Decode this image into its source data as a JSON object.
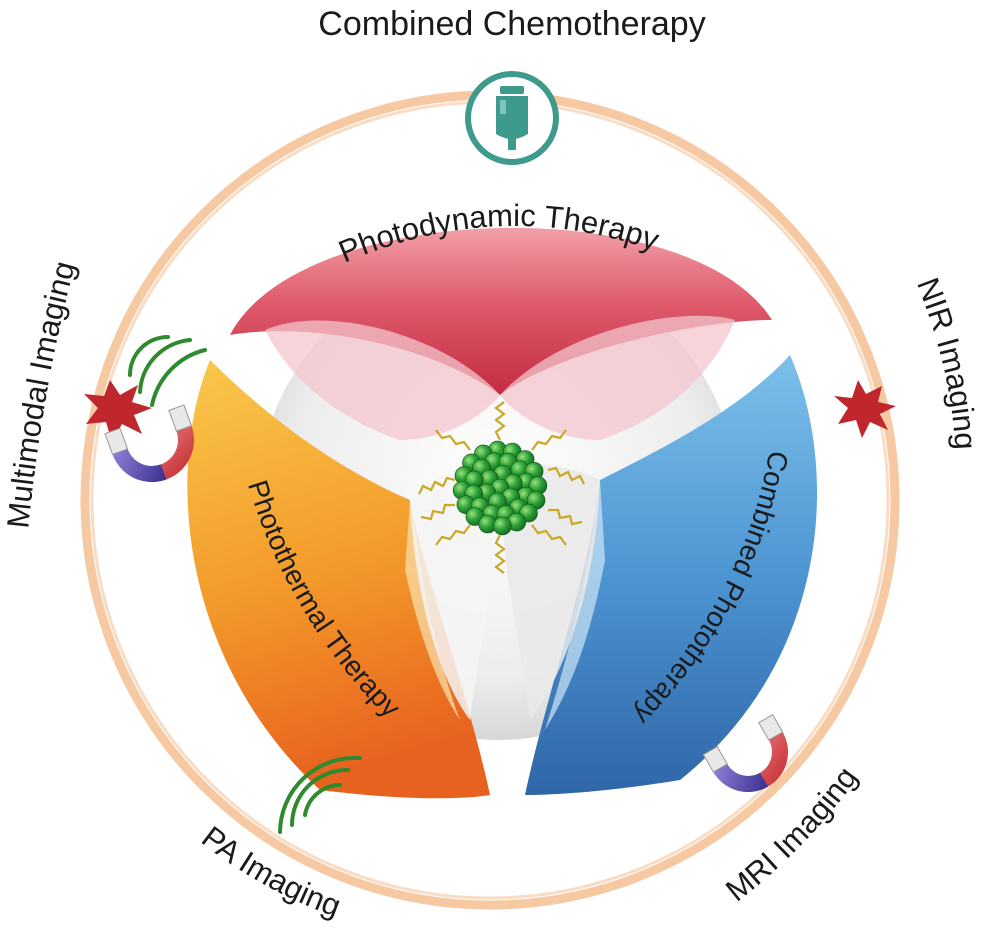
{
  "labels": {
    "top": "Combined Chemotherapy",
    "left": "Multimodal Imaging",
    "right": "NIR Imaging",
    "bottom_left": "PA Imaging",
    "bottom_right": "MRI Imaging"
  },
  "petals": {
    "top": "Photodynamic Therapy",
    "left": "Photothermal Therapy",
    "right": "Combined Phototherapy"
  },
  "colors": {
    "ring": "#f6c9a3",
    "photodynamic": "#d9485c",
    "photothermal": "#f08a24",
    "phototherapy": "#3c83c8",
    "iv_icon": "#3f9a8e",
    "nanoparticle": "#2e9b3a",
    "wave": "#2f8a2f",
    "star": "#c0272d"
  },
  "icons": [
    "iv-bag-icon",
    "magnet-icon",
    "signal-wave-icon",
    "burst-star-icon",
    "nanoparticle-icon"
  ]
}
